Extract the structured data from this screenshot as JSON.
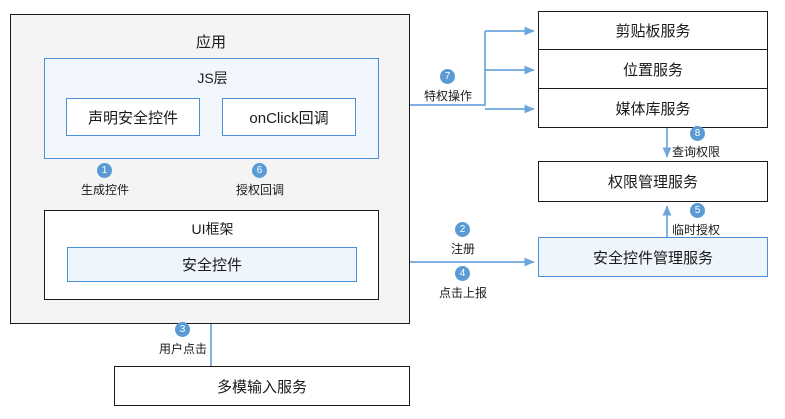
{
  "diagram": {
    "title_hidden": "",
    "app": {
      "label": "应用",
      "js_layer": {
        "label": "JS层",
        "declare_control": "声明安全控件",
        "onclick_callback": "onClick回调"
      },
      "ui_framework": {
        "label": "UI框架",
        "secure_control": "安全控件"
      }
    },
    "input_service": "多模输入服务",
    "services": [
      {
        "label": "剪贴板服务"
      },
      {
        "label": "位置服务"
      },
      {
        "label": "媒体库服务"
      }
    ],
    "permission_service": "权限管理服务",
    "secure_control_manager_service": "安全控件管理服务",
    "flows": [
      {
        "num": "1",
        "label": "生成控件"
      },
      {
        "num": "2",
        "label": "注册"
      },
      {
        "num": "3",
        "label": "用户点击"
      },
      {
        "num": "4",
        "label": "点击上报"
      },
      {
        "num": "5",
        "label": "临时授权"
      },
      {
        "num": "6",
        "label": "授权回调"
      },
      {
        "num": "7",
        "label": "特权操作"
      },
      {
        "num": "8",
        "label": "查询权限"
      }
    ],
    "colors": {
      "arrow": "#6ca6dd",
      "badge": "#5b9bd5",
      "blue_border": "#4a90d9",
      "blue_fill": "#eef5fc",
      "gray_fill": "#f4f4f4",
      "black_border": "#1a1a1a"
    }
  }
}
